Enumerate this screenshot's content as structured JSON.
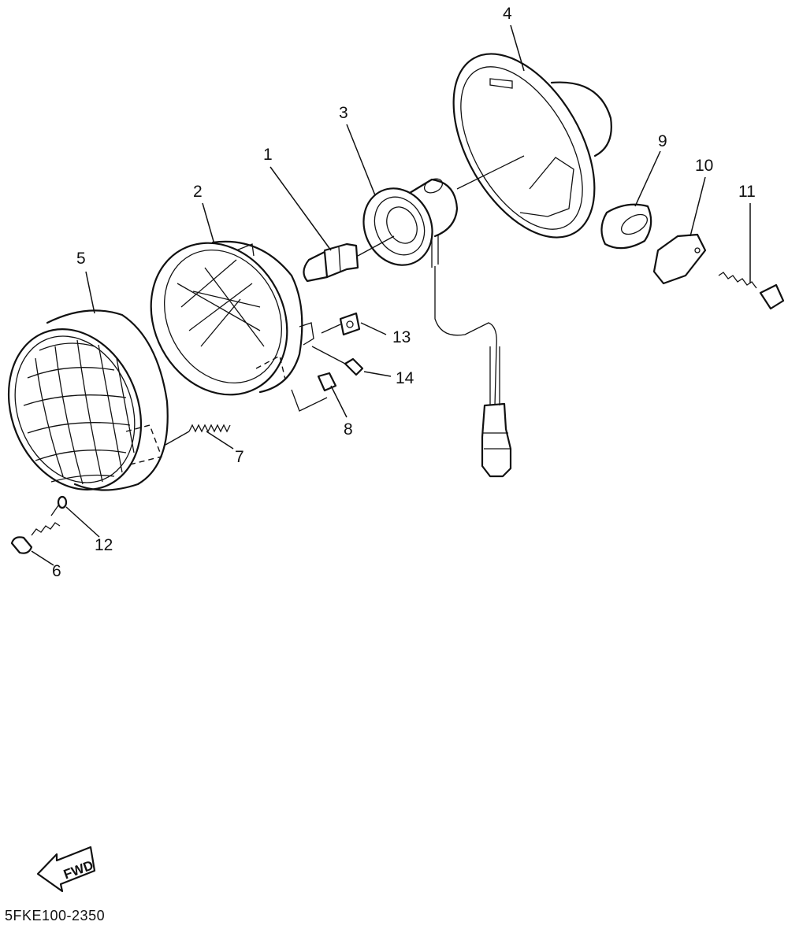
{
  "diagram": {
    "callouts": {
      "p1": "1",
      "p2": "2",
      "p3": "3",
      "p4": "4",
      "p5": "5",
      "p6": "6",
      "p7": "7",
      "p8": "8",
      "p9": "9",
      "p10": "10",
      "p11": "11",
      "p12": "12",
      "p13": "13",
      "p14": "14"
    },
    "fwd_label": "FWD",
    "part_code": "5FKE100-2350"
  }
}
